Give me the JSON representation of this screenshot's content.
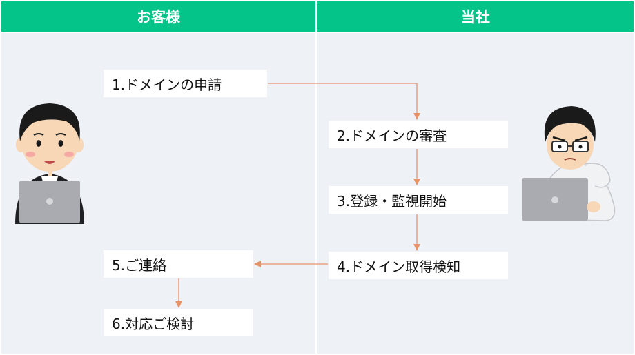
{
  "lanes": {
    "customer": "お客様",
    "company": "当社"
  },
  "steps": [
    {
      "label": "1.ドメインの申請"
    },
    {
      "label": "2.ドメインの審査"
    },
    {
      "label": "3.登録・監視開始"
    },
    {
      "label": "4.ドメイン取得検知"
    },
    {
      "label": "5.ご連絡"
    },
    {
      "label": "6.対応ご検討"
    }
  ],
  "colors": {
    "header": "#05c48a",
    "lane_bg": "#eef1f6",
    "arrow": "#e8926a"
  },
  "icons": {
    "customer": "businessman-laptop-icon",
    "company": "engineer-laptop-icon"
  }
}
